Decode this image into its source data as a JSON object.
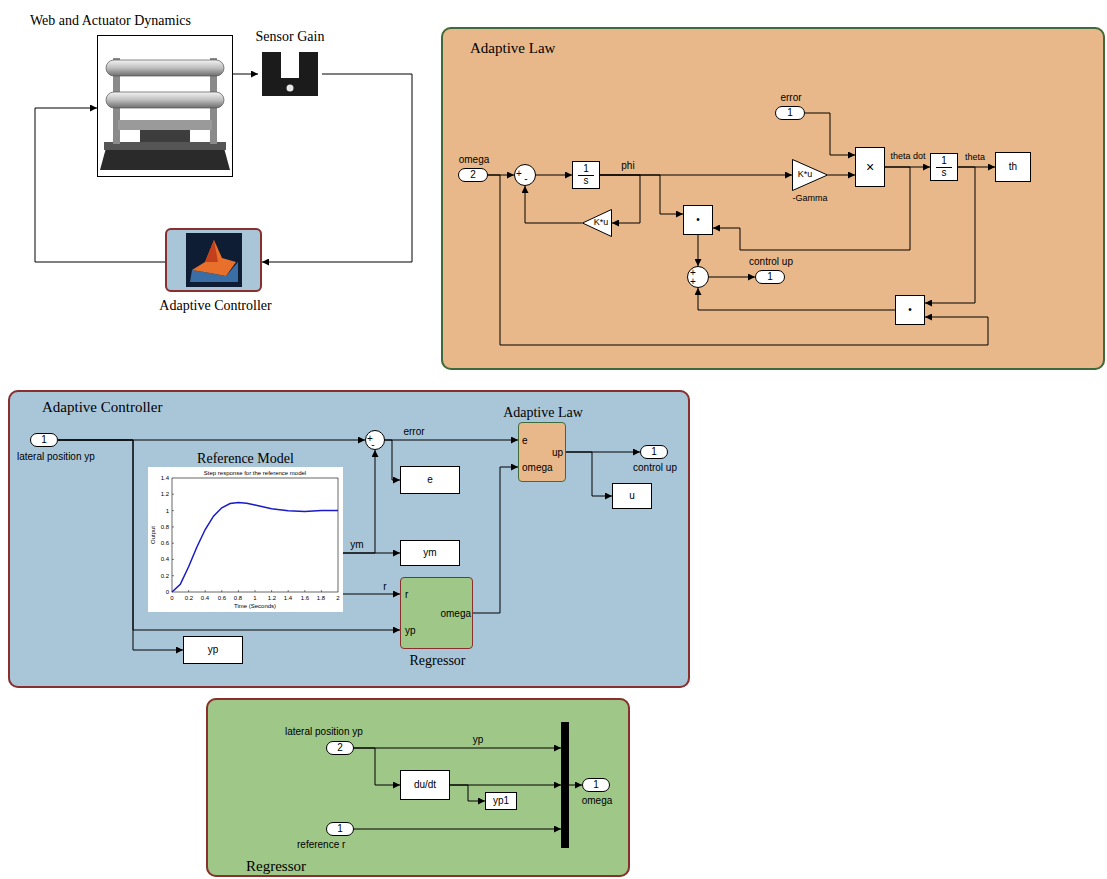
{
  "diagram": {
    "nodes": [
      {
        "text": [
          "Web and Actuator Dynamics"
        ]
      },
      {
        "text": [
          "Sensor Gain"
        ]
      },
      {
        "text": [
          "Adaptive Controller"
        ]
      },
      {
        "text": [
          "Adaptive Law"
        ]
      },
      {
        "text": [
          "error",
          "1"
        ],
        "in": 3
      },
      {
        "text": [
          "omega",
          "2"
        ],
        "in": 3
      },
      {
        "text": [
          "+",
          "-"
        ],
        "in": 3
      },
      {
        "text": [
          "1",
          "s"
        ],
        "in": 3
      },
      {
        "text": [
          "K*u",
          "-Gamma"
        ],
        "in": 3
      },
      {
        "text": [
          "×"
        ],
        "in": 3
      },
      {
        "text": [
          "1",
          "s"
        ],
        "in": 3
      },
      {
        "text": [
          "th"
        ],
        "in": 3
      },
      {
        "text": [
          "K*u"
        ],
        "in": 3
      },
      {
        "text": [
          "•"
        ],
        "in": 3
      },
      {
        "text": [
          "+",
          "+"
        ],
        "in": 3
      },
      {
        "text": [
          "control up",
          "1"
        ],
        "in": 3
      },
      {
        "text": [
          "•"
        ],
        "in": 3
      },
      {
        "text": [
          "Adaptive Controller"
        ]
      },
      {
        "text": [
          "1",
          "lateral position yp"
        ],
        "in": 17
      },
      {
        "text": [
          "+",
          "-"
        ],
        "in": 17
      },
      {
        "text": [
          "Adaptive Law",
          "e",
          "omega",
          "up"
        ],
        "in": 17
      },
      {
        "text": [
          "1",
          "control up"
        ],
        "in": 17
      },
      {
        "text": [
          "Reference Model"
        ],
        "in": 17
      },
      {
        "text": [
          "e"
        ],
        "in": 17
      },
      {
        "text": [
          "ym"
        ],
        "in": 17
      },
      {
        "text": [
          "u"
        ],
        "in": 17
      },
      {
        "text": [
          "r",
          "yp",
          "omega",
          "Regressor"
        ],
        "in": 17
      },
      {
        "text": [
          "yp"
        ],
        "in": 17
      },
      {
        "text": [
          "Regressor"
        ]
      },
      {
        "text": [
          "lateral position yp",
          "2"
        ],
        "in": 28
      },
      {
        "text": [
          "du/dt"
        ],
        "in": 28
      },
      {
        "text": [
          "yp1"
        ],
        "in": 28
      },
      {
        "text": [
          "1",
          "reference r"
        ],
        "in": 28
      },
      {
        "text": [
          "1",
          "omega"
        ],
        "in": 28
      }
    ],
    "edges": [
      {
        "from": 0,
        "to": 1,
        "arrow": "to"
      },
      {
        "from": 1,
        "to": 2,
        "arrow": "to"
      },
      {
        "from": 2,
        "to": 0,
        "arrow": "to"
      },
      {
        "from": 5,
        "to": 6,
        "arrow": "to"
      },
      {
        "from": 6,
        "to": 7,
        "arrow": "to"
      },
      {
        "from": 7,
        "to": 8,
        "label": "phi",
        "arrow": "to"
      },
      {
        "from": 7,
        "to": 12,
        "arrow": "to"
      },
      {
        "from": 12,
        "to": 6,
        "arrow": "to"
      },
      {
        "from": 7,
        "to": 13,
        "arrow": "to"
      },
      {
        "from": 8,
        "to": 9,
        "arrow": "to"
      },
      {
        "from": 4,
        "to": 9,
        "arrow": "to"
      },
      {
        "from": 9,
        "to": 10,
        "label": "theta dot",
        "arrow": "to"
      },
      {
        "from": 9,
        "to": 13,
        "arrow": "to"
      },
      {
        "from": 10,
        "to": 11,
        "label": "theta",
        "arrow": "to"
      },
      {
        "from": 10,
        "to": 16,
        "arrow": "to"
      },
      {
        "from": 5,
        "to": 16,
        "arrow": "to"
      },
      {
        "from": 13,
        "to": 14,
        "arrow": "to"
      },
      {
        "from": 16,
        "to": 14,
        "arrow": "to"
      },
      {
        "from": 14,
        "to": 15,
        "arrow": "to"
      },
      {
        "from": 18,
        "to": 19,
        "arrow": "to"
      },
      {
        "from": 18,
        "to": 26,
        "arrow": "to"
      },
      {
        "from": 18,
        "to": 27,
        "arrow": "to"
      },
      {
        "from": 22,
        "to": 19,
        "label": "ym",
        "arrow": "to"
      },
      {
        "from": 22,
        "to": 24,
        "arrow": "to"
      },
      {
        "from": 22,
        "to": 26,
        "label": "r",
        "arrow": "to"
      },
      {
        "from": 19,
        "to": 20,
        "label": "error",
        "arrow": "to"
      },
      {
        "from": 19,
        "to": 23,
        "arrow": "to"
      },
      {
        "from": 26,
        "to": 20,
        "arrow": "to"
      },
      {
        "from": 20,
        "to": 21,
        "arrow": "to"
      },
      {
        "from": 20,
        "to": 25,
        "arrow": "to"
      },
      {
        "from": 29,
        "to": 30,
        "arrow": "to"
      },
      {
        "from": 30,
        "to": 31,
        "arrow": "to"
      }
    ],
    "labels": [
      "yp",
      "Step response for the reference model",
      "Output",
      "Time (Seconds)",
      "0",
      "0.2",
      "0.4",
      "0.6",
      "0.8",
      "1",
      "1.2",
      "1.4",
      "0",
      "0.2",
      "0.4",
      "0.6",
      "0.8",
      "1",
      "1.2",
      "1.4",
      "1.6",
      "1.8",
      "2"
    ]
  }
}
